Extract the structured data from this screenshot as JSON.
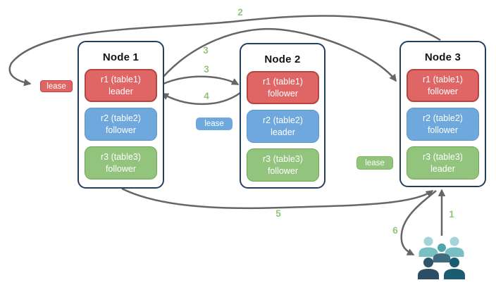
{
  "nodes": [
    {
      "title": "Node 1",
      "replicas": [
        {
          "name": "r1 (table1)",
          "role": "leader"
        },
        {
          "name": "r2 (table2)",
          "role": "follower"
        },
        {
          "name": "r3 (table3)",
          "role": "follower"
        }
      ]
    },
    {
      "title": "Node 2",
      "replicas": [
        {
          "name": "r1 (table1)",
          "role": "follower"
        },
        {
          "name": "r2 (table2)",
          "role": "leader"
        },
        {
          "name": "r3 (table3)",
          "role": "follower"
        }
      ]
    },
    {
      "title": "Node 3",
      "replicas": [
        {
          "name": "r1 (table1)",
          "role": "follower"
        },
        {
          "name": "r2 (table2)",
          "role": "follower"
        },
        {
          "name": "r3 (table3)",
          "role": "leader"
        }
      ]
    }
  ],
  "leases": [
    {
      "label": "lease",
      "color": "#e06666"
    },
    {
      "label": "lease",
      "color": "#6fa8dc"
    },
    {
      "label": "lease",
      "color": "#93c47d"
    }
  ],
  "step_labels": [
    "2",
    "3",
    "3",
    "4",
    "5",
    "6",
    "1"
  ],
  "icons": [
    {
      "name": "users-icon"
    }
  ],
  "colors": {
    "replica_red": "#e06666",
    "replica_red_border": "#b6453f",
    "replica_blue": "#6fa8dc",
    "replica_blue_border": "#5b95cf",
    "replica_green": "#93c47d",
    "replica_green_border": "#6aa84f",
    "node_border": "#24405f",
    "arrow_gray": "#666666",
    "step_label_green": "#93c47d",
    "users_light_teal": "#a6d4d6",
    "users_teal": "#79bec1",
    "users_mid_teal": "#4fa5ab",
    "users_dark_slate": "#31546a",
    "users_dark_teal": "#1a5d73"
  }
}
